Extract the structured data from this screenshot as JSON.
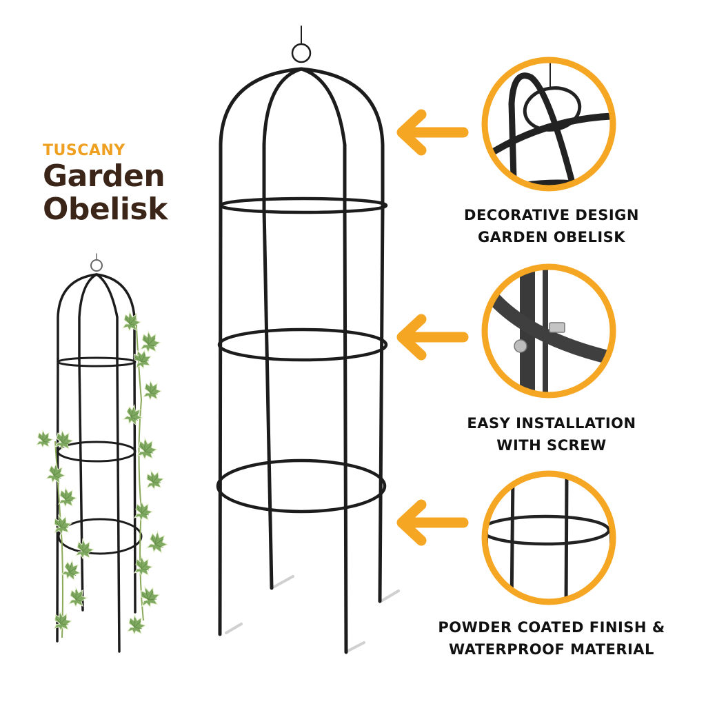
{
  "brand": {
    "tagline": "TUSCANY",
    "title_line1": "Garden",
    "title_line2": "Obelisk",
    "tagline_color": "#F0A020",
    "title_color": "#3B2518"
  },
  "features": [
    {
      "icon": "obelisk-top-ring-closeup",
      "line1": "DECORATIVE DESIGN",
      "line2": "GARDEN OBELISK"
    },
    {
      "icon": "screw-joint-closeup",
      "line1": "EASY INSTALLATION",
      "line2": "WITH SCREW"
    },
    {
      "icon": "ring-frame-closeup",
      "line1": "POWDER COATED FINISH &",
      "line2": "WATERPROOF MATERIAL"
    }
  ],
  "colors": {
    "accent_orange": "#F5A623",
    "frame_black": "#1c1c1c",
    "leaf_green": "#7FA860",
    "text_dark": "#111111"
  },
  "images": {
    "left": "obelisk-with-ivy-vines",
    "center": "black-metal-garden-obelisk"
  }
}
